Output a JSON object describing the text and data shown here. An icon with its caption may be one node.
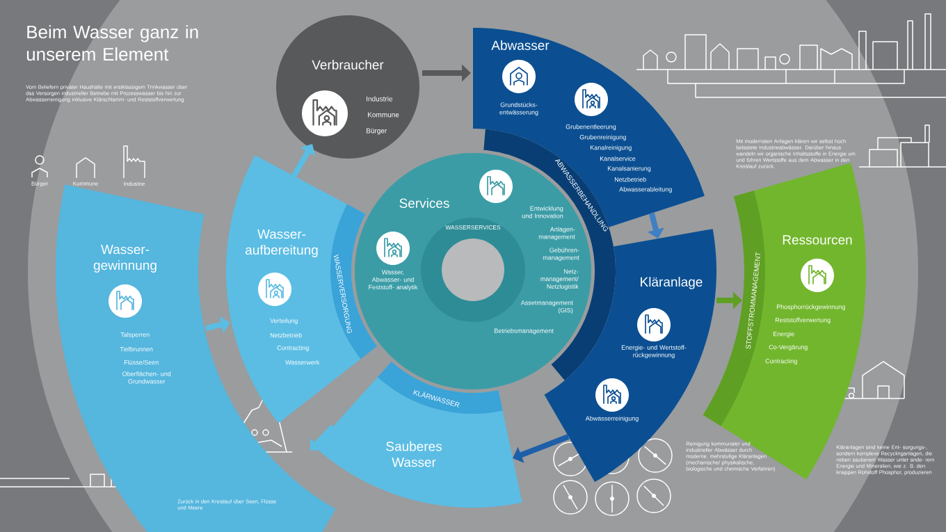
{
  "diagram": {
    "title": "Beim Wasser ganz in unserem Element",
    "nodes": [
      {
        "text": [
          "Verbraucher",
          "Industrie",
          "Kommune",
          "Bürger"
        ]
      },
      {
        "text": [
          "Abwasser",
          "Grundstücks- entwässerung",
          "Grubenentleerung",
          "Grubenreinigung",
          "Kanalreinigung",
          "Kanalservice",
          "Kanalsanierung",
          "Netzbetrieb",
          "Abwasserableitung"
        ]
      },
      {
        "text": [
          "ABWASSERBEHANDLUNG"
        ]
      },
      {
        "text": [
          "Services",
          "Entwicklung und Innovation",
          "Anlagen- management",
          "Gebühren- management",
          "Netz- management/ Netzlogistik",
          "Assetmanagement (GIS)",
          "Betriebsmanagement",
          "Wasser, Abwasser- und Feststoff- analytik"
        ]
      },
      {
        "text": [
          "WASSERSERVICES"
        ],
        "in": 3
      },
      {
        "text": [
          "Wasser- aufbereitung",
          "Verteilung",
          "Netzbetrieb",
          "Contracting",
          "Wasserwerk"
        ]
      },
      {
        "text": [
          "WASSERVERSORGUNG"
        ],
        "in": 5
      },
      {
        "text": [
          "Wasser- gewinnung",
          "Talsperren",
          "Tiefbrunnen",
          "Flüsse/Seen",
          "Oberflächen- und Grundwasser"
        ]
      },
      {
        "text": [
          "Kläranlage",
          "Energie- und Wertstoff- rückgewinnung",
          "Abwasserreinigung"
        ]
      },
      {
        "text": [
          "Ressourcen",
          "Phosphorrückgewinnung",
          "Reststoffverwertung",
          "Energie",
          "Co-Vergärung",
          "Contracting"
        ]
      },
      {
        "text": [
          "STOFFSTROMMANAGEMENT"
        ],
        "in": 9
      },
      {
        "text": [
          "Sauberes Wasser"
        ]
      },
      {
        "text": [
          "KLÄRWASSER"
        ],
        "in": 11
      }
    ],
    "edges": [
      {
        "from": 7,
        "to": 5,
        "arrow": "to",
        "color": "#5bbde4"
      },
      {
        "from": 5,
        "to": 0,
        "arrow": "to",
        "color": "#5bbde4"
      },
      {
        "from": 0,
        "to": 1,
        "arrow": "to",
        "color": "#58595b"
      },
      {
        "from": 1,
        "to": 8,
        "arrow": "to",
        "color": "#3f7fc4"
      },
      {
        "from": 8,
        "to": 9,
        "arrow": "to",
        "color": "#5f9f24"
      },
      {
        "from": 8,
        "to": 11,
        "arrow": "to",
        "color": "#1d5fa8"
      },
      {
        "from": 11,
        "to": null,
        "arrow": "to",
        "color": "#5bbde4"
      }
    ],
    "labels": [
      "Vom Beliefern privater Haushalte mit erstklassigem Trinkwasser über das Versorgen industrieller Betriebe mit Prozesswasser bis hin zur Abwasserreinigung inklusive Klärschlamm- und Reststoffverwertung",
      "Mit modernsten Anlagen klären wir selbst hoch belastete Industrieabwässer. Darüber hinaus wandeln wir organische Inhaltsstoffe in Energie um und führen Wertstoffe aus dem Abwasser in den Kreislauf zurück.",
      "Reinigung kommunaler und industrieller Abwässer durch moderne, mehrstufige Kläranlagen (mechanische/ physikalische, biologische und chemische Verfahren)",
      "Kläranlagen sind keine Ent- sorgungs-, sondern komplexe Recyclinganlagen, die neben sauberem Wasser unter ande- rem Energie und Mineralien, wie z. B. den knappen Rohstoff Phosphor, produzieren",
      "Zurück in den Kreislauf über Seen, Flüsse und Meere"
    ],
    "legend": [
      {
        "text": "Bürger"
      },
      {
        "text": "Kommune"
      },
      {
        "text": "Industrie"
      }
    ]
  }
}
